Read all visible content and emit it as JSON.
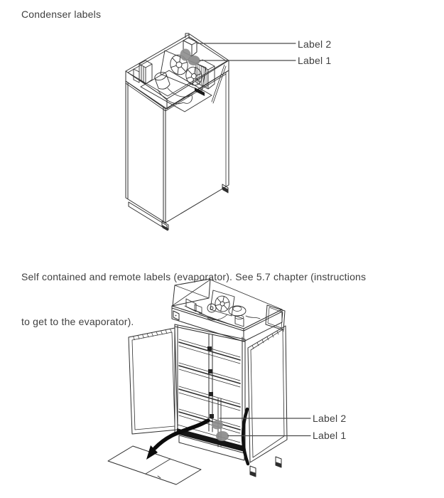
{
  "page": {
    "heading": "Condenser labels",
    "caption_line1": "Self contained and remote labels (evaporator). See 5.7 chapter (instructions",
    "caption_line2": "to get to the evaporator)."
  },
  "condenser_figure": {
    "label_2": "Label 2",
    "label_1": "Label 1"
  },
  "evaporator_figure": {
    "label_2": "Label 2",
    "label_1": "Label 1"
  },
  "colors": {
    "text": "#3f3f3f",
    "line": "#2e2e2e",
    "heavy_line": "#111111",
    "label_marker": "#8f8f8f",
    "leader_line": "#4a4a4a"
  }
}
